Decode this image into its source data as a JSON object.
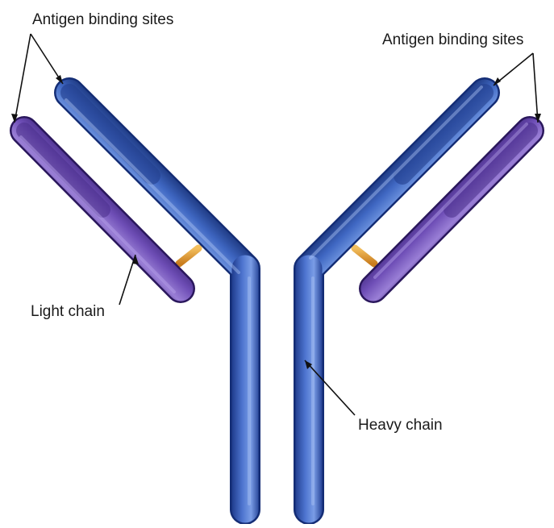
{
  "diagram": {
    "labels": {
      "antigen_left": "Antigen binding sites",
      "antigen_right": "Antigen binding sites",
      "light_chain": "Light chain",
      "heavy_chain": "Heavy chain"
    },
    "colors": {
      "heavy_variable": "#233f8e",
      "heavy_constant": "#5f86d6",
      "light_variable": "#4a2f8a",
      "light_constant": "#8b6bc9",
      "disulfide_bond": "#e8a23a",
      "leader_line": "#111111"
    }
  }
}
